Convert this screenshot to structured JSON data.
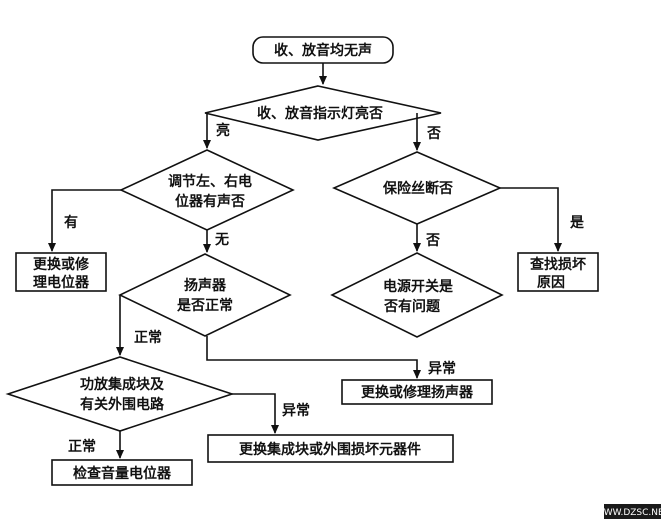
{
  "flowchart": {
    "start": {
      "line1": "收、放音均无声"
    },
    "decisions": {
      "indicator": {
        "line1": "收、放音指示灯亮否"
      },
      "potentiometer": {
        "line1": "调节左、右电",
        "line2": "位器有声否"
      },
      "fuse": {
        "line1": "保险丝断否"
      },
      "speaker": {
        "line1": "扬声器",
        "line2": "是否正常"
      },
      "power_switch": {
        "line1": "电源开关是",
        "line2": "否有问题"
      },
      "amplifier": {
        "line1": "功放集成块及",
        "line2": "有关外围电路"
      }
    },
    "actions": {
      "repair_pot": {
        "line1": "更换或修",
        "line2": "理电位器"
      },
      "find_damage": {
        "line1": "查找损坏",
        "line2": "原因"
      },
      "repair_speaker": {
        "line1": "更换或修理扬声器"
      },
      "replace_ic": {
        "line1": "更换集成块或外围损坏元器件"
      },
      "check_volume": {
        "line1": "检查音量电位器"
      }
    },
    "edge_labels": {
      "lit": "亮",
      "not": "否",
      "has": "有",
      "none": "无",
      "yes": "是",
      "not2": "否",
      "normal1": "正常",
      "abnormal1": "异常",
      "abnormal2": "异常",
      "normal2": "正常"
    }
  },
  "watermark": "WWW.DZSC.NET"
}
